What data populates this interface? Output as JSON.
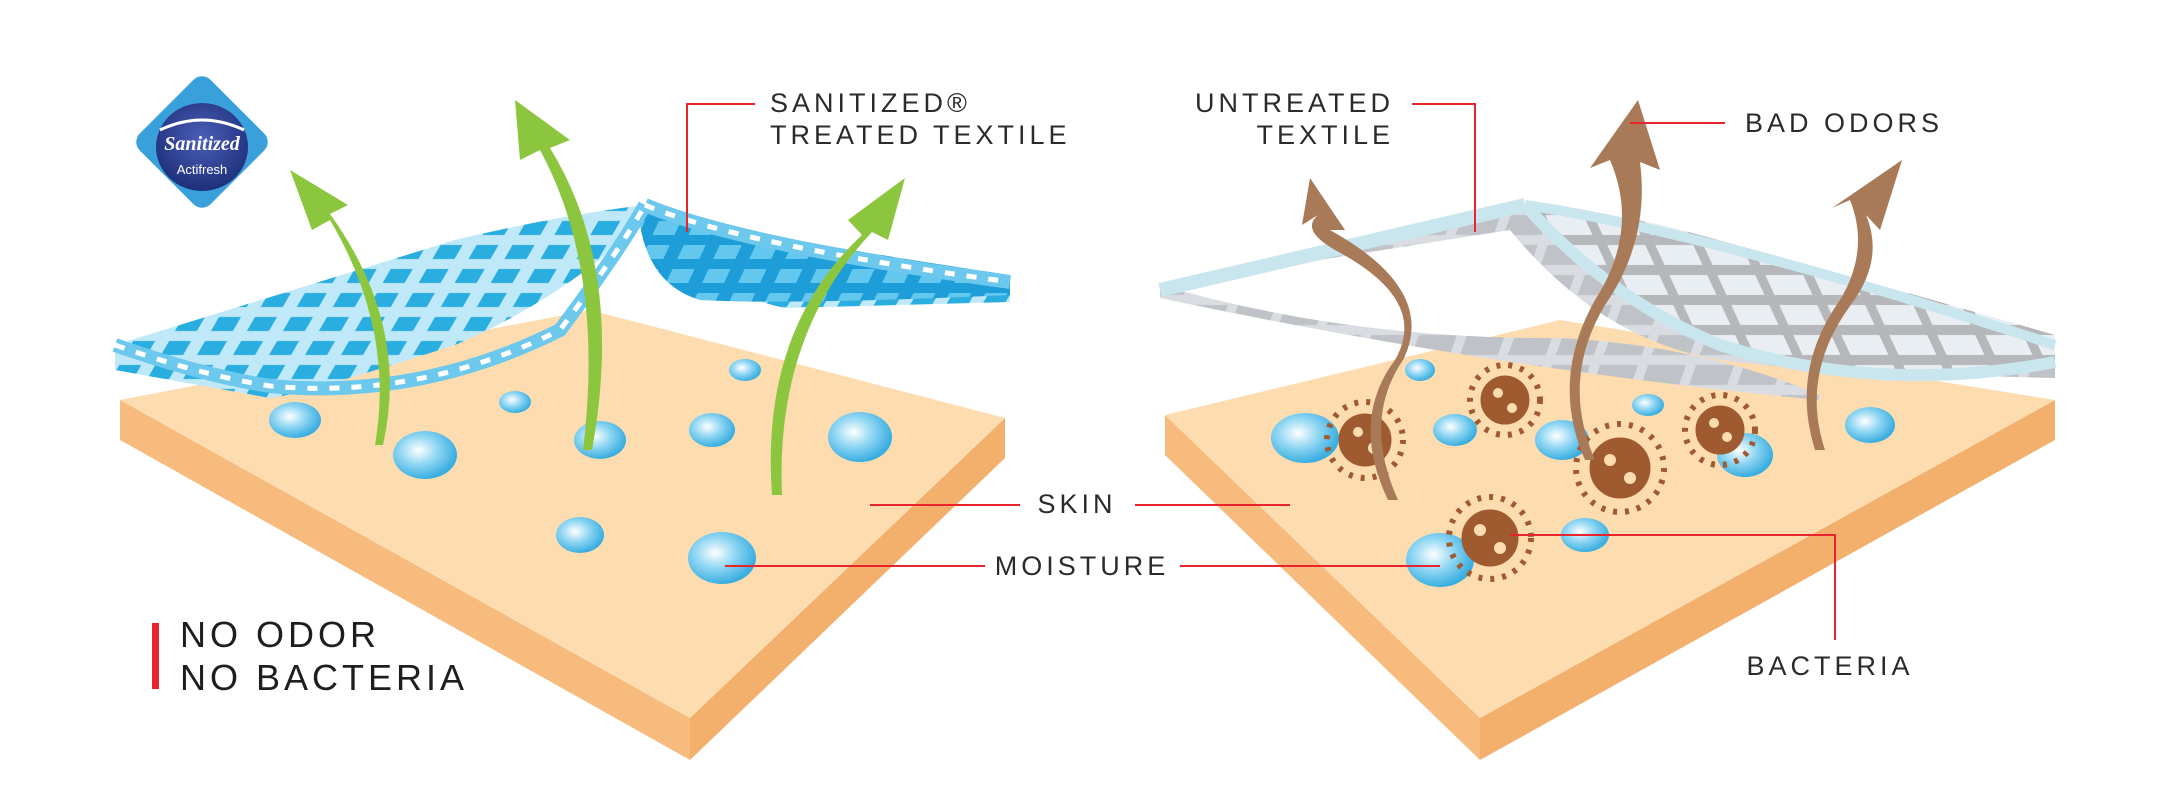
{
  "logo": {
    "brand": "Sanitized",
    "sub": "Actifresh"
  },
  "labels": {
    "treated_line1": "SANITIZED®",
    "treated_line2": "TREATED TEXTILE",
    "untreated_line1": "UNTREATED",
    "untreated_line2": "TEXTILE",
    "bad_odors": "BAD ODORS",
    "skin": "SKIN",
    "moisture": "MOISTURE",
    "bacteria": "BACTERIA"
  },
  "benefits": [
    "NO ODOR",
    "NO BACTERIA"
  ],
  "colors": {
    "skin_top": "#fddcb0",
    "skin_side": "#f6bb7d",
    "treated_fabric": "#2fb0e0",
    "untreated_fabric": "#cfd3d8",
    "fresh_arrow": "#8cc63f",
    "odor_arrow": "#a87a58",
    "bacteria": "#a05a30",
    "leader": "#e8242c"
  }
}
